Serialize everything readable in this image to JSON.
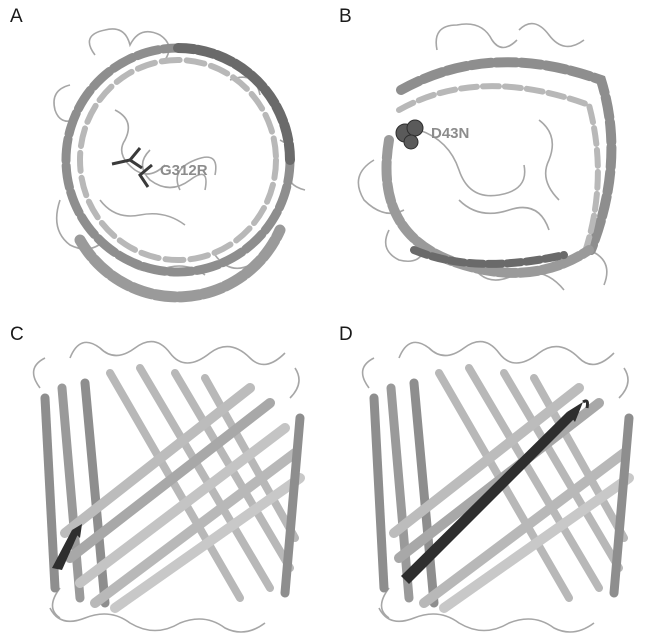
{
  "panels": [
    {
      "letter": "A",
      "view": "top",
      "mutation": "G312R",
      "highlight": "sticks"
    },
    {
      "letter": "B",
      "view": "top",
      "mutation": "D43N",
      "highlight": "spheres"
    },
    {
      "letter": "C",
      "view": "side",
      "mutation": "",
      "highlight": "short-strand"
    },
    {
      "letter": "D",
      "view": "side",
      "mutation": "",
      "highlight": "long-strand"
    }
  ],
  "colors": {
    "strand_light": "#b8b8b8",
    "strand_mid": "#8e8e8e",
    "strand_dark": "#6a6a6a",
    "loop": "#a6a6a6",
    "highlight": "#2e2e2e",
    "label": "#8c8c8c"
  }
}
